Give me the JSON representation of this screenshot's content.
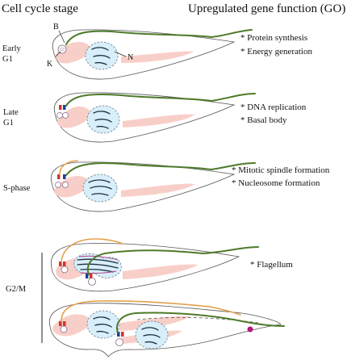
{
  "header": {
    "left_title": "Cell cycle stage",
    "right_title": "Upregulated gene function (GO)"
  },
  "stages": [
    {
      "line1": "Early",
      "line2": "G1",
      "genes": [
        "* Protein synthesis",
        "* Energy generation"
      ]
    },
    {
      "line1": "Late",
      "line2": "G1",
      "genes": [
        "* DNA replication",
        "* Basal body"
      ]
    },
    {
      "line1": "S-phase",
      "line2": "",
      "genes": [
        "* Mitotic spindle formation",
        "* Nucleosome formation"
      ]
    },
    {
      "line1": "G2/M",
      "line2": "",
      "genes": [
        "* Flagellum"
      ]
    }
  ],
  "labels": {
    "basal_body": "B",
    "kinetoplast": "K",
    "nucleus": "N"
  },
  "colors": {
    "flagellum_old": "#4d7a2a",
    "flagellum_new": "#e3a04a",
    "cytoplasm_highlight": "#f8cfc8",
    "nucleus_fill": "#d8eef8",
    "basal_body_red": "#d0342c",
    "basal_body_blue": "#1b3f9a",
    "flagellum_tip_marker": "#b0187a"
  }
}
